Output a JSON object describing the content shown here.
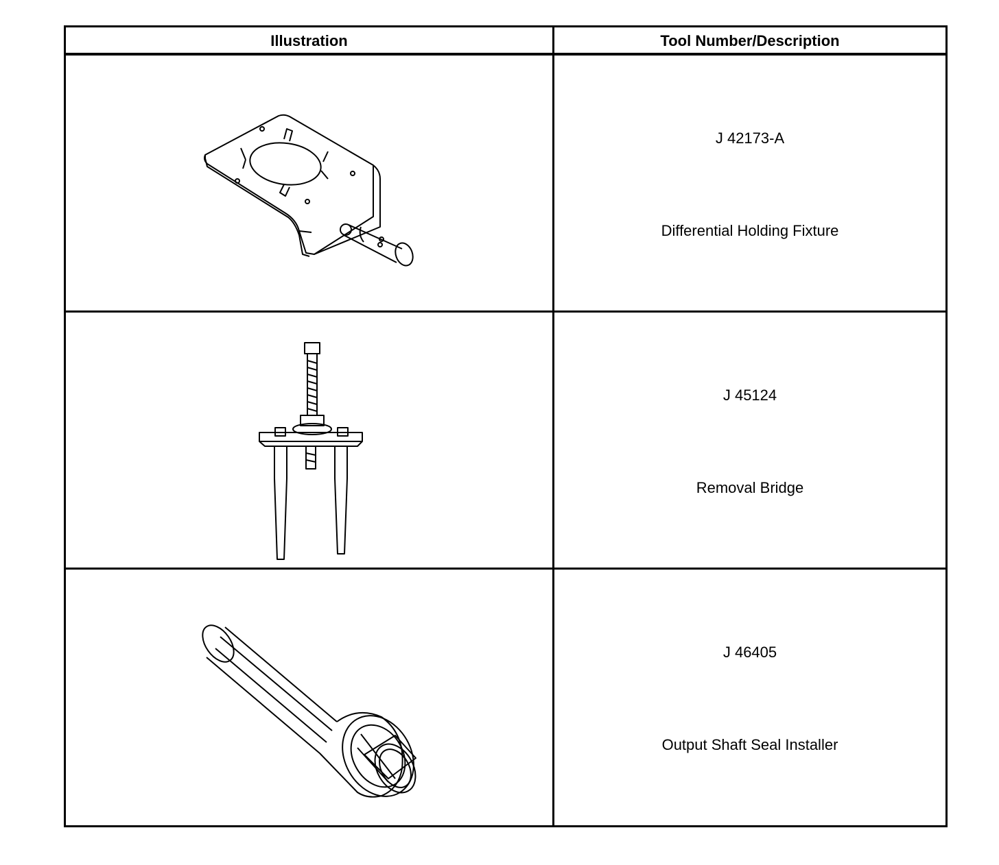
{
  "table": {
    "headers": {
      "illustration": "Illustration",
      "tool": "Tool Number/Description"
    },
    "rows": [
      {
        "number": "J 42173-A",
        "description": "Differential Holding Fixture",
        "icon": "differential-holding-fixture-illustration"
      },
      {
        "number": "J 45124",
        "description": "Removal Bridge",
        "icon": "removal-bridge-illustration"
      },
      {
        "number": "J 46405",
        "description": "Output Shaft Seal Installer",
        "icon": "output-shaft-seal-installer-illustration"
      }
    ]
  }
}
